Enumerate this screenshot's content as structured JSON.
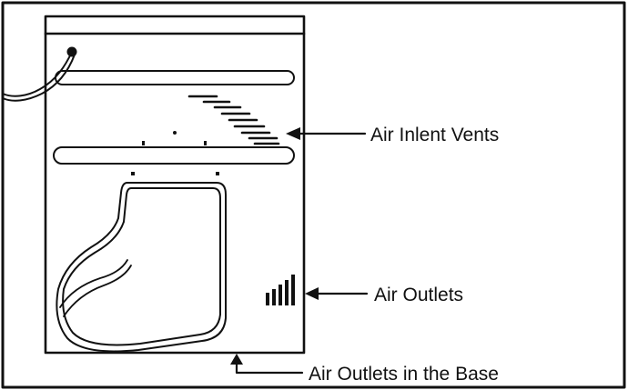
{
  "labels": {
    "air_inlet_vents": "Air Inlent Vents",
    "air_outlets": "Air Outlets",
    "air_outlets_base": "Air Outlets in the Base"
  },
  "colors": {
    "stroke": "#111111",
    "background": "#ffffff"
  }
}
